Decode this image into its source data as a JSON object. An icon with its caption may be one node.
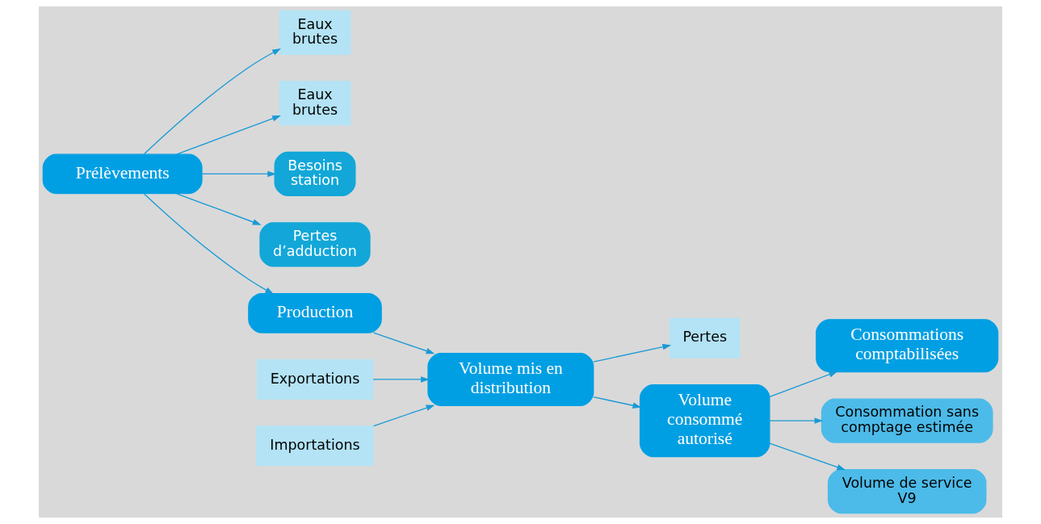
{
  "diagram": {
    "nodes": [
      {
        "text": [
          "Prélèvements"
        ]
      },
      {
        "text": [
          "Eaux brutes"
        ]
      },
      {
        "text": [
          "Eaux brutes"
        ]
      },
      {
        "text": [
          "Besoins station"
        ]
      },
      {
        "text": [
          "Pertes d’adduction"
        ]
      },
      {
        "text": [
          "Production"
        ]
      },
      {
        "text": [
          "Exportations"
        ]
      },
      {
        "text": [
          "Importations"
        ]
      },
      {
        "text": [
          "Volume mis en distribution"
        ]
      },
      {
        "text": [
          "Pertes"
        ]
      },
      {
        "text": [
          "Volume consommé autorisé"
        ]
      },
      {
        "text": [
          "Consommations comptabilisées"
        ]
      },
      {
        "text": [
          "Consommation sans comptage estimée"
        ]
      },
      {
        "text": [
          "Volume de service V9"
        ]
      }
    ],
    "edges": [
      {
        "from": 0,
        "to": 1,
        "arrow": "to"
      },
      {
        "from": 0,
        "to": 2,
        "arrow": "to"
      },
      {
        "from": 0,
        "to": 5,
        "arrow": "to"
      },
      {
        "from": 0,
        "to": 3,
        "arrow": "to"
      },
      {
        "from": 0,
        "to": 4,
        "arrow": "to"
      },
      {
        "from": 6,
        "to": 8,
        "arrow": "to"
      },
      {
        "from": 5,
        "to": 8,
        "arrow": "to"
      },
      {
        "from": 7,
        "to": 8,
        "arrow": "to"
      },
      {
        "from": 8,
        "to": 10,
        "arrow": "to"
      },
      {
        "from": 8,
        "to": 9,
        "arrow": "to"
      },
      {
        "from": 10,
        "to": 11,
        "arrow": "to"
      },
      {
        "from": 10,
        "to": 12,
        "arrow": "to"
      },
      {
        "from": 10,
        "to": 13,
        "arrow": "to"
      }
    ]
  }
}
